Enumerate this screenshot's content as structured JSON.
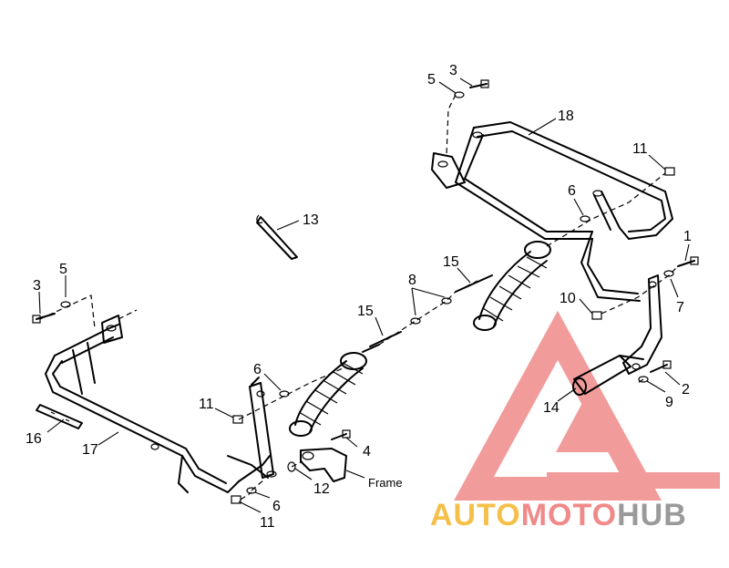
{
  "callouts": [
    {
      "id": "c1",
      "label": "1"
    },
    {
      "id": "c2",
      "label": "2"
    },
    {
      "id": "c3a",
      "label": "3"
    },
    {
      "id": "c3b",
      "label": "3"
    },
    {
      "id": "c4",
      "label": "4"
    },
    {
      "id": "c5a",
      "label": "5"
    },
    {
      "id": "c5b",
      "label": "5"
    },
    {
      "id": "c6a",
      "label": "6"
    },
    {
      "id": "c6b",
      "label": "6"
    },
    {
      "id": "c6c",
      "label": "6"
    },
    {
      "id": "c7",
      "label": "7"
    },
    {
      "id": "c8",
      "label": "8"
    },
    {
      "id": "c9",
      "label": "9"
    },
    {
      "id": "c10",
      "label": "10"
    },
    {
      "id": "c11a",
      "label": "11"
    },
    {
      "id": "c11b",
      "label": "11"
    },
    {
      "id": "c11c",
      "label": "11"
    },
    {
      "id": "c12",
      "label": "12"
    },
    {
      "id": "c13",
      "label": "13"
    },
    {
      "id": "c14",
      "label": "14"
    },
    {
      "id": "c15a",
      "label": "15"
    },
    {
      "id": "c15b",
      "label": "15"
    },
    {
      "id": "c16",
      "label": "16"
    },
    {
      "id": "c17",
      "label": "17"
    },
    {
      "id": "c18",
      "label": "18"
    }
  ],
  "frame_label": "Frame",
  "watermark": {
    "part1": "AUTO",
    "part2": "MOTO",
    "part3": "HUB",
    "color1": "#f5c04a",
    "color2": "#f08a8a",
    "color3": "#9a9a9a",
    "logo_color": "#f08a8a"
  }
}
